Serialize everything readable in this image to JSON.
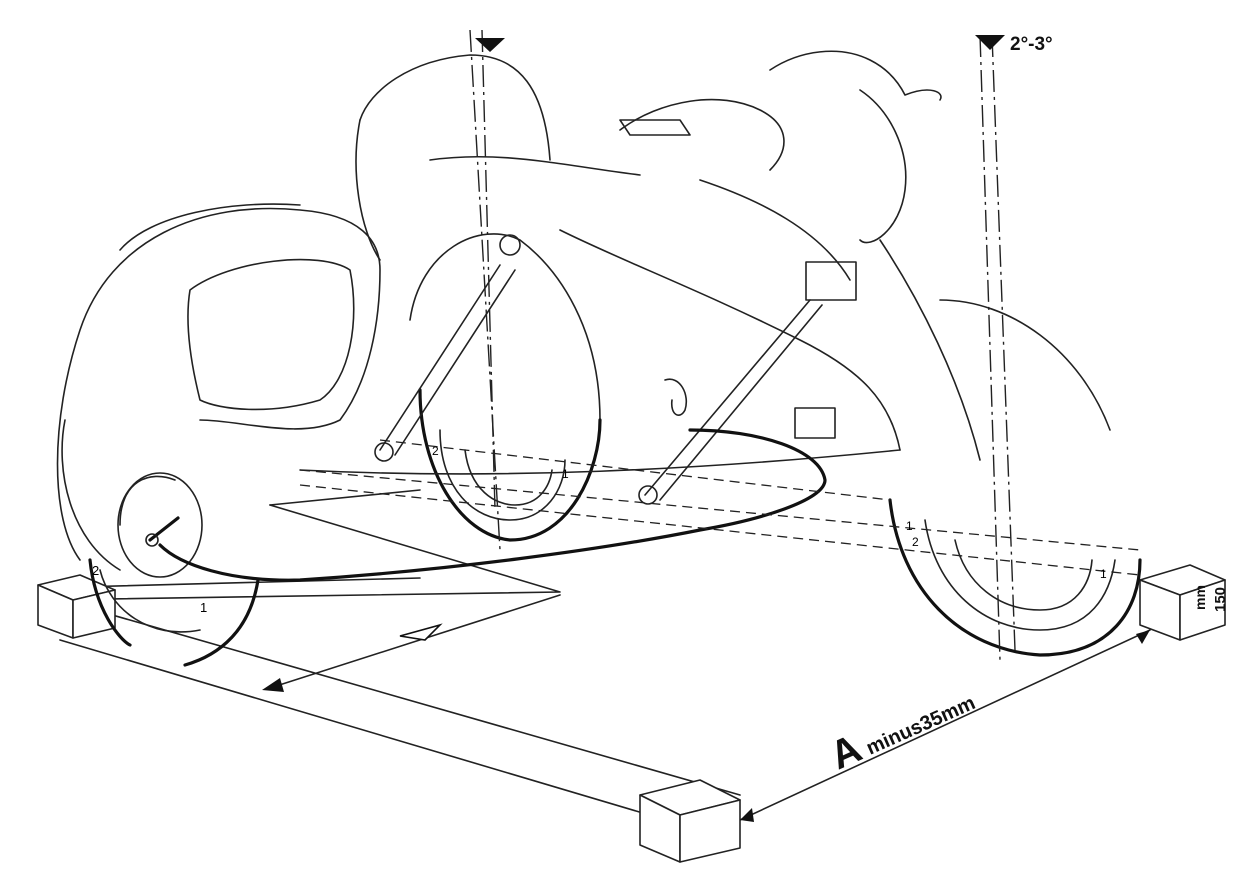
{
  "annotations": {
    "angle": "2°-3°",
    "dimension_letter": "A",
    "dimension_rest": "minus35mm",
    "height_unit": "mm",
    "height_value": "150",
    "arrow_letter": "A",
    "mark_1a": "1",
    "mark_2a": "2",
    "mark_1b": "1",
    "mark_2b": "2",
    "mark_1c": "1",
    "mark_1d": "1",
    "mark_2d": "2"
  }
}
